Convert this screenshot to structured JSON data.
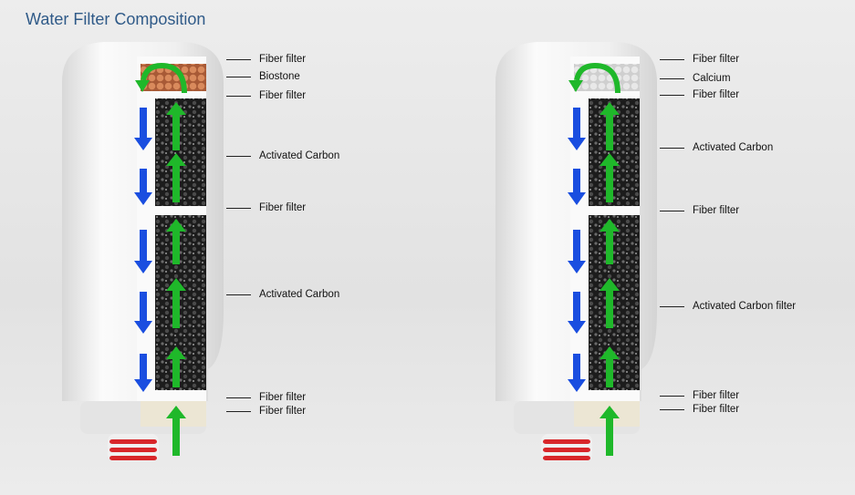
{
  "title": "Water Filter Composition",
  "filters": [
    {
      "name": "biostone-filter",
      "top_media_color": "#d98a5c",
      "labels": [
        "Fiber filter",
        "Biostone",
        "Fiber filter",
        "Activated Carbon",
        "Fiber filter",
        "Activated Carbon",
        "Fiber filter",
        "Fiber filter"
      ]
    },
    {
      "name": "calcium-filter",
      "top_media_color": "#e8e8e8",
      "labels": [
        "Fiber filter",
        "Calcium",
        "Fiber filter",
        "Activated Carbon",
        "Fiber filter",
        "Activated Carbon filter",
        "Fiber filter",
        "Fiber filter"
      ]
    }
  ],
  "colors": {
    "title": "#2f5a88",
    "inflow_arrow": "#1fb82a",
    "outflow_arrow": "#1a4ee0",
    "thread": "#d8262a"
  }
}
